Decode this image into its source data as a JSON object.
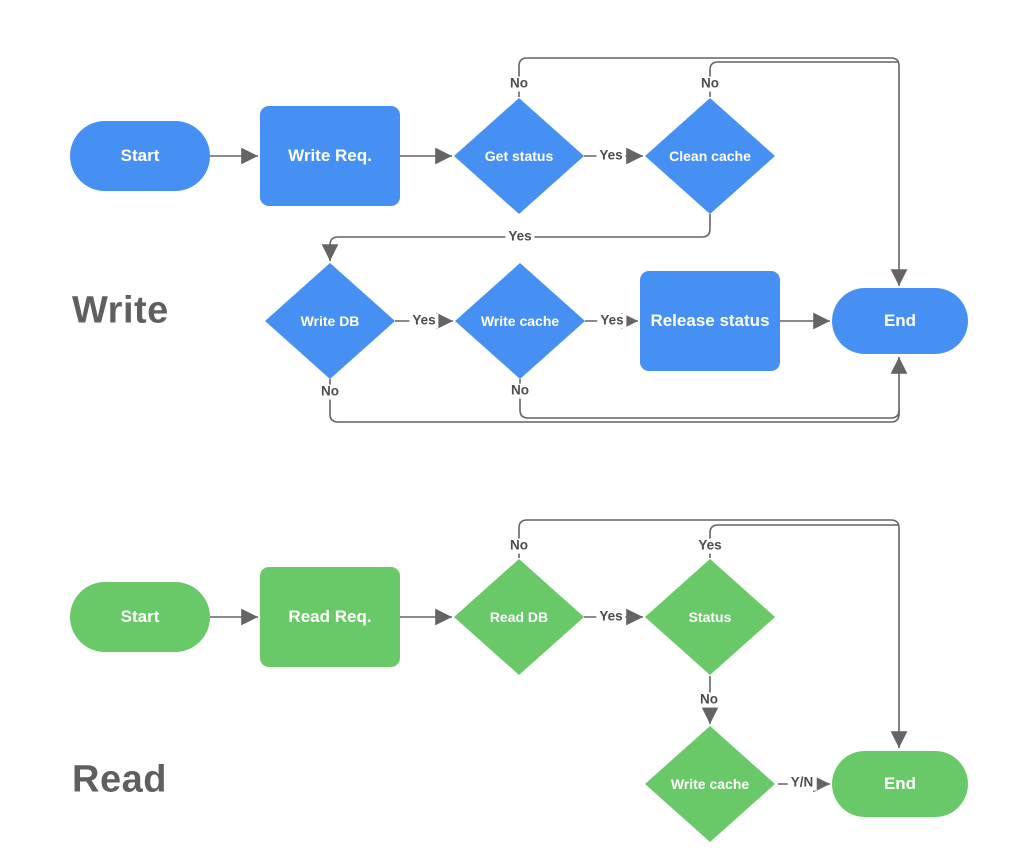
{
  "colors": {
    "write_node": "#4690f4",
    "read_node": "#69c969",
    "connector": "#646464",
    "section_label": "#5f5f5f",
    "node_text": "#ffffff",
    "edge_label_text": "#4d4d4d"
  },
  "write": {
    "section_label": "Write",
    "nodes": {
      "start": "Start",
      "write_req": "Write Req.",
      "get_status": "Get status",
      "clean_cache": "Clean cache",
      "write_db": "Write DB",
      "write_cache": "Write cache",
      "release_status": "Release status",
      "end": "End"
    },
    "edge_labels": {
      "get_status_no": "No",
      "clean_cache_no": "No",
      "get_status_yes": "Yes",
      "clean_cache_yes": "Yes",
      "write_db_yes": "Yes",
      "write_db_no": "No",
      "write_cache_yes": "Yes",
      "write_cache_no": "No"
    }
  },
  "read": {
    "section_label": "Read",
    "nodes": {
      "start": "Start",
      "read_req": "Read Req.",
      "read_db": "Read DB",
      "status": "Status",
      "write_cache": "Write cache",
      "end": "End"
    },
    "edge_labels": {
      "read_db_no": "No",
      "read_db_yes": "Yes",
      "status_yes": "Yes",
      "status_no": "No",
      "write_cache_yn": "Y/N"
    }
  }
}
